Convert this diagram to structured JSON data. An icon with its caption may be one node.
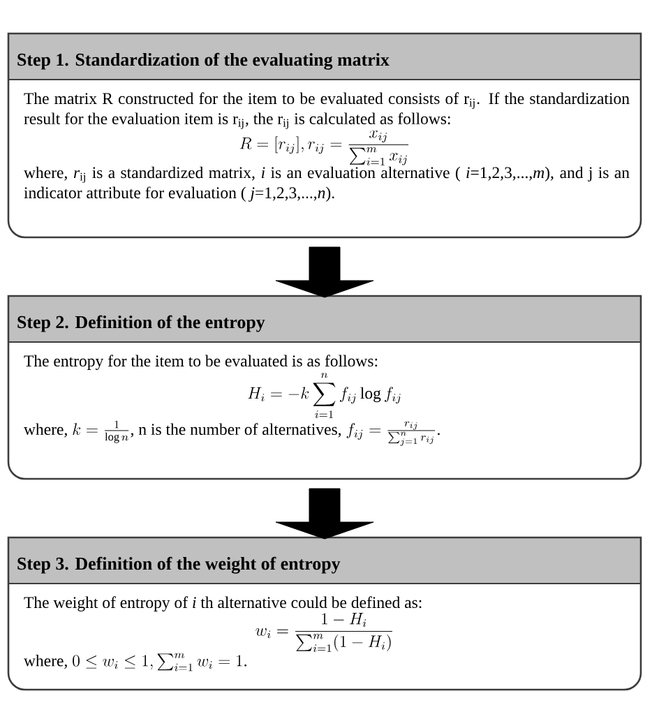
{
  "diagram": {
    "nodes": [
      {
        "text": [
          "Step 1. Standardization of the evaluating matrix",
          "The matrix R constructed for the item to be evaluated consists of r$_{ij}$. If the standardization result for the evaluation item is r$_{ij}$, the r$_{ij}$ is calculated as follows:",
          "R = [r_{ij}], r_{ij} = \\frac{x_{ij}}{\\textstyle\\sum_{i=1}^{m} x_{ij}}",
          "where, *r*$_{ij}$ is a standardized matrix, *i* is an evaluation alternative ( *i*=1,2,3,...,*m*), and j is an indicator attribute for evaluation ( *j*=1,2,3,...,*n*)."
        ]
      },
      {
        "text": [
          "Step 2. Definition of the entropy",
          "The entropy for the item to be evaluated is as follows:",
          "H_i = -k \\sum_{i=1}^{n} f_{ij} \\log f_{ij}",
          "where,",
          "k = \\frac{1}{\\log n}",
          ", n is the number of alternatives,",
          "f_{ij} = \\frac{r_{ij}}{\\sum_{j=1}^{n} r_{ij}}",
          "."
        ]
      },
      {
        "text": [
          "Step 3. Definition of the weight of entropy",
          "The weight of entropy of *i* th alternative could be defined as:",
          "w_i = \\frac{1 - H_i}{\\textstyle\\sum_{i=1}^{m} (1 - H_i)}",
          "where,",
          "0 \\le w_i \\le 1, \\sum_{i=1}^{m} w_i = 1",
          "."
        ]
      }
    ],
    "edges": [
      {
        "from": 0,
        "to": 1,
        "arrow": "to"
      },
      {
        "from": 1,
        "to": 2,
        "arrow": "to"
      }
    ]
  }
}
